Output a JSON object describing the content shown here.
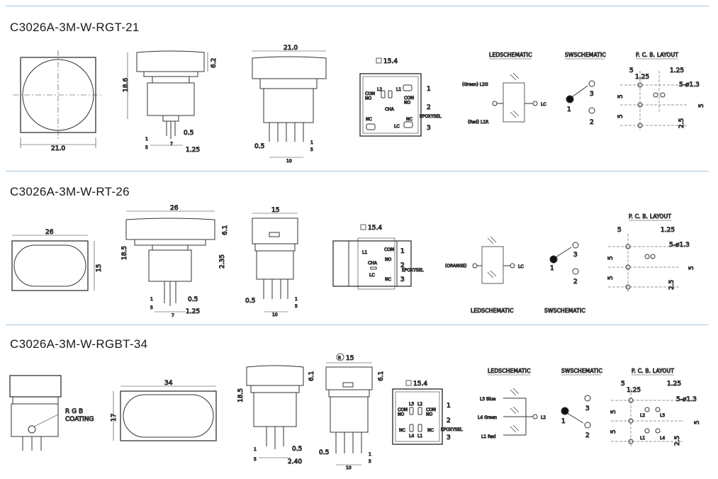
{
  "sections": [
    {
      "title": "C3026A-3M-W-RGT-21",
      "front_width": "21.0",
      "side_height": "18.6",
      "side_cap": "6.2",
      "side_pin_1": "1",
      "side_pin_5": "5",
      "side_pin_05": "0.5",
      "side_pin_7": "7",
      "side_pin_125": "1.25",
      "rear_width": "21.0",
      "rear_05": "0.5",
      "rear_1": "1",
      "rear_5": "5",
      "rear_10": "10",
      "bottom_sq": "15.4",
      "bottom_com_no_l": "COM\nNO",
      "bottom_com_no_r": "COM\nNO",
      "bottom_cha": "CHA",
      "bottom_nc_l": "NC",
      "bottom_nc_r": "NC",
      "bottom_lc": "LC",
      "bottom_l2": "L2",
      "bottom_l1": "L1",
      "bottom_n1": "1",
      "bottom_n2": "2",
      "bottom_n3": "3",
      "epoxysel": "EPOXYSEL",
      "led_caption": "LEDSCHEMATIC",
      "led_green": "(Green) L2G",
      "led_red": "(Red) L1R",
      "led_lc": "LC",
      "sw_caption": "SWSCHEMATIC",
      "sw_1": "1",
      "sw_2": "2",
      "sw_3": "3",
      "pcb_caption": "P. C. B. LAYOUT",
      "pcb_5a": "5",
      "pcb_125a": "1.25",
      "pcb_125b": "1.25",
      "pcb_hole": "5-ø1.3",
      "pcb_5b": "5",
      "pcb_5c": "5",
      "pcb_5d": "5",
      "pcb_25": "2.5"
    },
    {
      "title": "C3026A-3M-W-RT-26",
      "front_width": "26",
      "front_height": "15",
      "side_width": "26",
      "side_height": "18.5",
      "side_cap": "6.1",
      "side_235": "2.35",
      "side_1": "1",
      "side_5": "5",
      "side_05": "0.5",
      "side_7": "7",
      "side_125": "1.25",
      "rear_width": "15",
      "rear_05": "0.5",
      "rear_1": "1",
      "rear_5": "5",
      "rear_10": "10",
      "bottom_sq": "15.4",
      "bottom_cha": "CHA",
      "bottom_com": "COM",
      "bottom_no": "NO",
      "bottom_nc": "NC",
      "bottom_lc": "LC",
      "bottom_l1": "L1",
      "bottom_n1": "1",
      "bottom_n2": "2",
      "bottom_n3": "3",
      "epoxysel": "EPOXYSEL",
      "led_orange": "(ORANGE)",
      "led_lc": "LC",
      "led_caption": "LEDSCHEMATIC",
      "sw_caption": "SWSCHEMATIC",
      "sw_1": "1",
      "sw_2": "2",
      "sw_3": "3",
      "pcb_caption": "P. C. B. LAYOUT",
      "pcb_5a": "5",
      "pcb_125": "1.25",
      "pcb_hole": "5-ø1.3",
      "pcb_5b": "5",
      "pcb_5c": "5",
      "pcb_5d": "5",
      "pcb_25": "2.5"
    },
    {
      "title": "C3026A-3M-W-RGBT-34",
      "rgb_note_1": "R G B",
      "rgb_note_2": "COATING",
      "top_width": "34",
      "top_height": "17",
      "side_height": "18.5",
      "side_cap": "6.1",
      "side_1": "1",
      "side_5": "5",
      "side_05": "0.5",
      "side_240": "2.40",
      "rear_mark": "R",
      "rear_width": "15",
      "rear_cap": "6.1",
      "rear_05": "0.5",
      "rear_1": "1",
      "rear_5": "5",
      "rear_10": "10",
      "bottom_sq": "15.4",
      "bottom_com_no_l": "COM\nNO",
      "bottom_com_no_r": "COM\nNO",
      "bottom_nc_l": "NC",
      "bottom_nc_r": "NC",
      "bottom_l3": "L3",
      "bottom_l2": "L2",
      "bottom_l4": "L4",
      "bottom_l1": "L1",
      "bottom_n1": "1",
      "bottom_n2": "2",
      "bottom_n3": "3",
      "epoxysel": "EPOXYSEL",
      "led_caption": "LEDSCHEMATIC",
      "led_blue": "L3 Blue",
      "led_green": "L4 Green",
      "led_red": "L1 Red",
      "led_l2": "L2",
      "sw_caption": "SWSCHEMATIC",
      "sw_1": "1",
      "sw_2": "2",
      "sw_3": "3",
      "pcb_caption": "P. C. B. LAYOUT",
      "pcb_5a": "5",
      "pcb_125a": "1.25",
      "pcb_125b": "1.25",
      "pcb_hole": "5-ø1.3",
      "pcb_5b": "5",
      "pcb_5c": "5",
      "pcb_5d": "5",
      "pcb_25": "2.5",
      "pcb_l2": "L2",
      "pcb_l3": "L3",
      "pcb_l1": "L1",
      "pcb_l4": "L4"
    }
  ],
  "colors": {
    "rule": "#9fc7de",
    "line": "#333333"
  }
}
